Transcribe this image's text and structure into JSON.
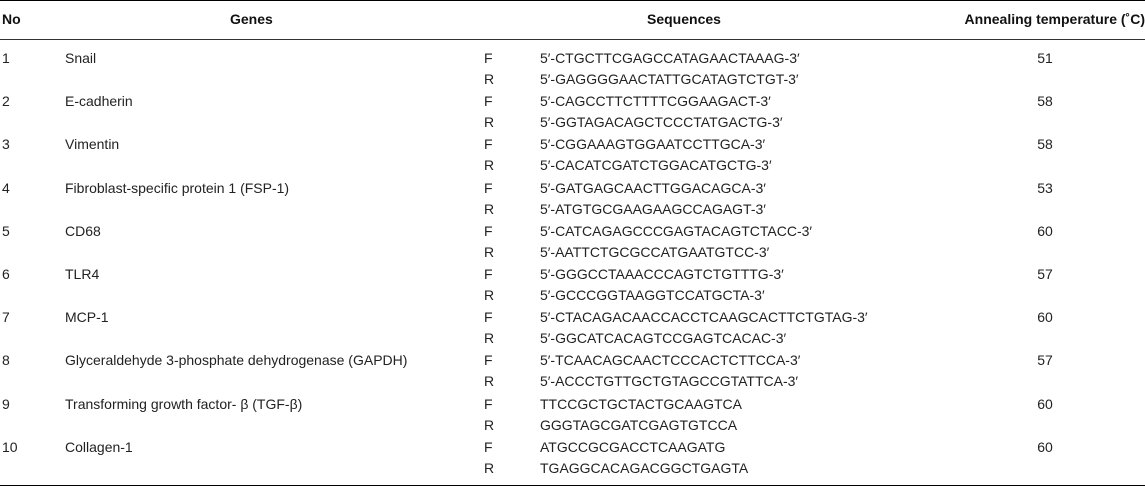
{
  "headers": {
    "no": "No",
    "genes": "Genes",
    "sequences": "Sequences",
    "temperature": "Annealing temperature (˚C)"
  },
  "rows": [
    {
      "no": "1",
      "gene": "Snail",
      "f_label": "F",
      "f_seq": "5′-CTGCTTCGAGCCATAGAACTAAAG-3′",
      "r_label": "R",
      "r_seq": "5′-GAGGGGAACTATTGCATAGTCTGT-3′",
      "temp": "51"
    },
    {
      "no": "2",
      "gene": "E-cadherin",
      "f_label": "F",
      "f_seq": "5′-CAGCCTTCTTTTCGGAAGACT-3′",
      "r_label": "R",
      "r_seq": "5′-GGTAGACAGCTCCCTATGACTG-3′",
      "temp": "58"
    },
    {
      "no": "3",
      "gene": "Vimentin",
      "f_label": "F",
      "f_seq": "5′-CGGAAAGTGGAATCCTTGCA-3′",
      "r_label": "R",
      "r_seq": "5′-CACATCGATCTGGACATGCTG-3′",
      "temp": "58"
    },
    {
      "no": "4",
      "gene": "Fibroblast-specific protein 1 (FSP-1)",
      "f_label": "F",
      "f_seq": "5′-GATGAGCAACTTGGACAGCA-3′",
      "r_label": "R",
      "r_seq": "5′-ATGTGCGAAGAAGCCAGAGT-3′",
      "temp": "53"
    },
    {
      "no": "5",
      "gene": "CD68",
      "f_label": "F",
      "f_seq": "5′-CATCAGAGCCCGAGTACAGTCTACC-3′",
      "r_label": "R",
      "r_seq": "5′-AATTCTGCGCCATGAATGTCC-3′",
      "temp": "60"
    },
    {
      "no": "6",
      "gene": "TLR4",
      "f_label": "F",
      "f_seq": "5′-GGGCCTAAACCCAGTCTGTTTG-3′",
      "r_label": "R",
      "r_seq": "5′-GCCCGGTAAGGTCCATGCTA-3′",
      "temp": "57"
    },
    {
      "no": "7",
      "gene": "MCP-1",
      "f_label": "F",
      "f_seq": "5′-CTACAGACAACCACCTCAAGCACTTCTGTAG-3′",
      "r_label": "R",
      "r_seq": "5′-GGCATCACAGTCCGAGTCACAC-3′",
      "temp": "60"
    },
    {
      "no": "8",
      "gene": "Glyceraldehyde 3-phosphate dehydrogenase (GAPDH)",
      "f_label": "F",
      "f_seq": "5′-TCAACAGCAACTCCCACTCTTCCA-3′",
      "r_label": "R",
      "r_seq": "5′-ACCCTGTTGCTGTAGCCGTATTCA-3′",
      "temp": "57"
    },
    {
      "no": "9",
      "gene": "Transforming growth factor- β (TGF-β)",
      "f_label": "F",
      "f_seq": "TTCCGCTGCTACTGCAAGTCA",
      "r_label": "R",
      "r_seq": "GGGTAGCGATCGAGTGTCCA",
      "temp": "60"
    },
    {
      "no": "10",
      "gene": "Collagen-1",
      "f_label": "F",
      "f_seq": "ATGCCGCGACCTCAAGATG",
      "r_label": "R",
      "r_seq": "TGAGGCACAGACGGCTGAGTA",
      "temp": "60"
    }
  ]
}
